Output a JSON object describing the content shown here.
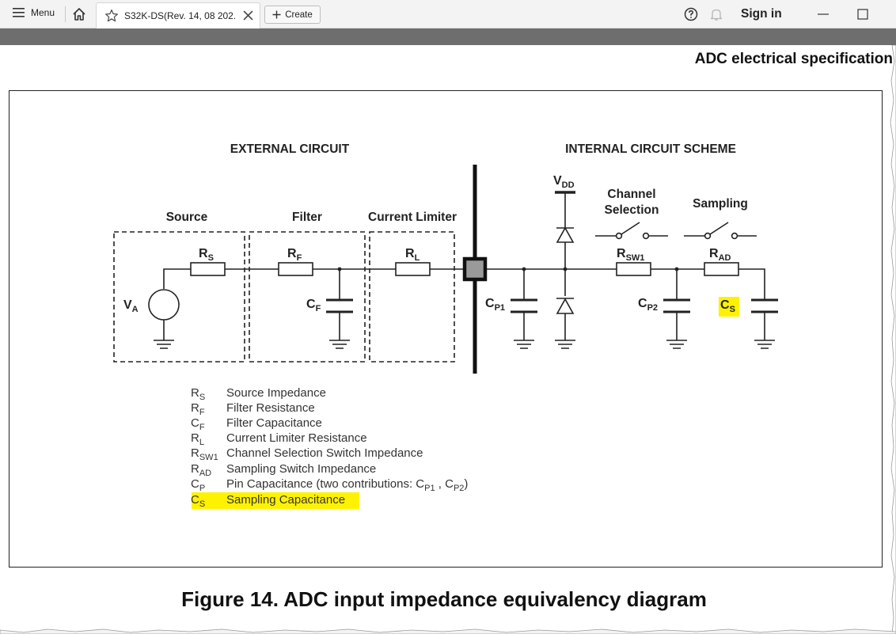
{
  "toolbar": {
    "menu_label": "Menu",
    "tab_title": "S32K-DS(Rev. 14, 08 202...",
    "create_label": "Create",
    "signin_label": "Sign in"
  },
  "document": {
    "section_heading": "ADC electrical specification",
    "figure_caption": "Figure 14. ADC input impedance equivalency diagram"
  },
  "diagram": {
    "external_title": "EXTERNAL CIRCUIT",
    "internal_title": "INTERNAL CIRCUIT SCHEME",
    "blocks": {
      "source": "Source",
      "filter": "Filter",
      "current_limiter": "Current Limiter",
      "channel_selection_line1": "Channel",
      "channel_selection_line2": "Selection",
      "sampling": "Sampling"
    },
    "labels": {
      "va": {
        "main": "V",
        "sub": "A"
      },
      "rs": {
        "main": "R",
        "sub": "S"
      },
      "rf": {
        "main": "R",
        "sub": "F"
      },
      "cf": {
        "main": "C",
        "sub": "F"
      },
      "rl": {
        "main": "R",
        "sub": "L"
      },
      "cp1": {
        "main": "C",
        "sub": "P1"
      },
      "vdd": {
        "main": "V",
        "sub": "DD"
      },
      "rsw1": {
        "main": "R",
        "sub": "SW1"
      },
      "cp2": {
        "main": "C",
        "sub": "P2"
      },
      "rad": {
        "main": "R",
        "sub": "AD"
      },
      "cs": {
        "main": "C",
        "sub": "S"
      }
    },
    "legend": [
      {
        "sym": "R",
        "sub": "S",
        "desc": "Source Impedance"
      },
      {
        "sym": "R",
        "sub": "F",
        "desc": "Filter Resistance"
      },
      {
        "sym": "C",
        "sub": "F",
        "desc": "Filter Capacitance"
      },
      {
        "sym": "R",
        "sub": "L",
        "desc": "Current Limiter Resistance"
      },
      {
        "sym": "R",
        "sub": "SW1",
        "desc": "Channel Selection Switch Impedance"
      },
      {
        "sym": "R",
        "sub": "AD",
        "desc": "Sampling Switch Impedance"
      },
      {
        "sym": "C",
        "sub": "P",
        "desc": "Pin Capacitance (two contributions: C",
        "desc_sub1": "P1",
        "desc_mid": " , C",
        "desc_sub2": "P2",
        "desc_end": ")"
      },
      {
        "sym": "C",
        "sub": "S",
        "desc": "Sampling Capacitance"
      }
    ],
    "highlight_color": "#fff200"
  },
  "colors": {
    "toolbar_bg": "#f3f3f3",
    "graybar": "#6e6e6e",
    "pin_fill": "#9a9a9a"
  }
}
